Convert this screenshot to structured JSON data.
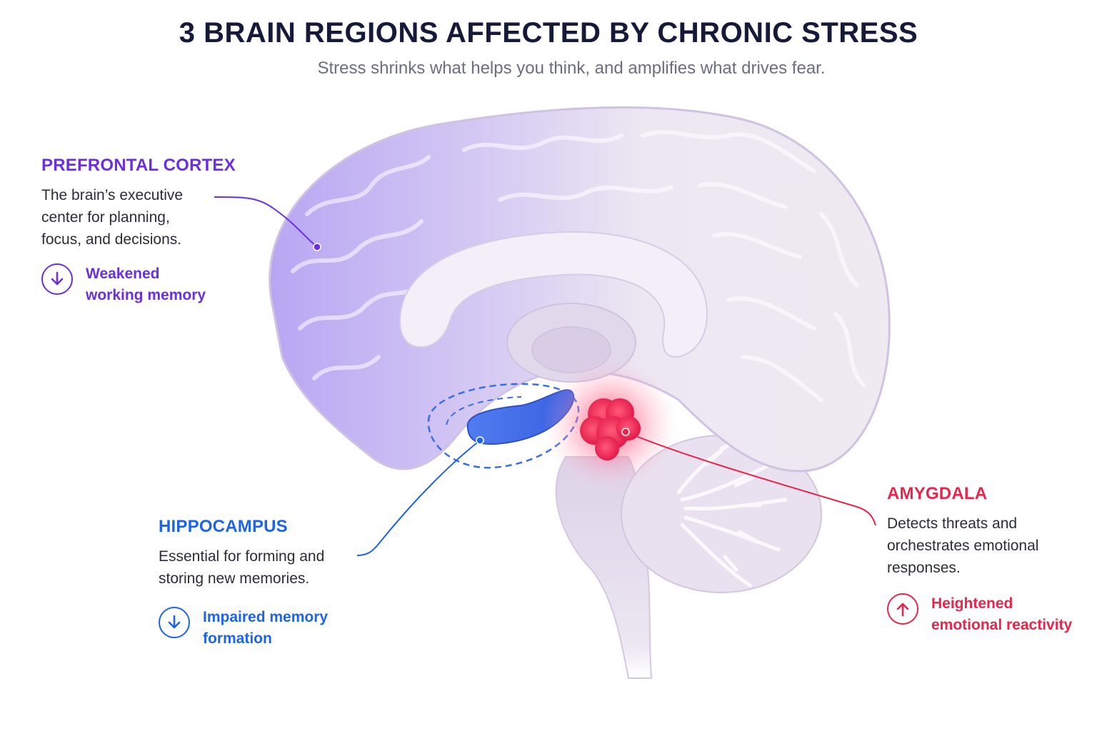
{
  "header": {
    "title": "3 BRAIN REGIONS AFFECTED BY CHRONIC STRESS",
    "subtitle": "Stress shrinks what helps you think, and amplifies what drives fear."
  },
  "regions": [
    {
      "id": "prefrontal-cortex",
      "title": "PREFRONTAL CORTEX",
      "description": "The brain’s executive\ncenter for planning,\nfocus, and decisions.",
      "effect": "Weakened\nworking memory",
      "effect_direction": "down",
      "color": "#6b2fe0"
    },
    {
      "id": "hippocampus",
      "title": "HIPPOCAMPUS",
      "description": "Essential for forming and\nstoring new memories.",
      "effect": "Impaired memory\nformation",
      "effect_direction": "down",
      "color": "#1f63e6"
    },
    {
      "id": "amygdala",
      "title": "AMYGDALA",
      "description": "Detects threats and\norchestrates emotional\nresponses.",
      "effect": "Heightened\nemotional reactivity",
      "effect_direction": "up",
      "color": "#e8254a"
    }
  ],
  "icons": {
    "down": "arrow-down-icon",
    "up": "arrow-up-icon"
  }
}
